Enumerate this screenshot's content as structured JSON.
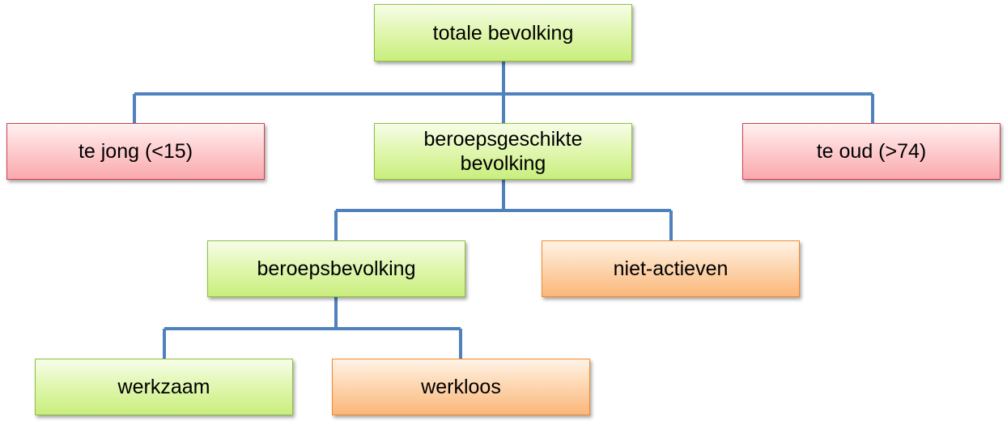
{
  "diagram": {
    "nodes": {
      "totale_bevolking": "totale bevolking",
      "te_jong": "te jong (<15)",
      "beroepsgeschikte_bevolking": "beroepsgeschikte bevolking",
      "te_oud": "te oud (>74)",
      "beroepsbevolking": "beroepsbevolking",
      "niet_actieven": "niet-actieven",
      "werkzaam": "werkzaam",
      "werkloos": "werkloos"
    },
    "colors": {
      "connector": "#4f81bd",
      "green_fill": "#d9f5a0",
      "green_border": "#8fc13c",
      "red_fill": "#fcc4c7",
      "red_border": "#d0434a",
      "orange_fill": "#fccc9b",
      "orange_border": "#f58a2e"
    }
  }
}
